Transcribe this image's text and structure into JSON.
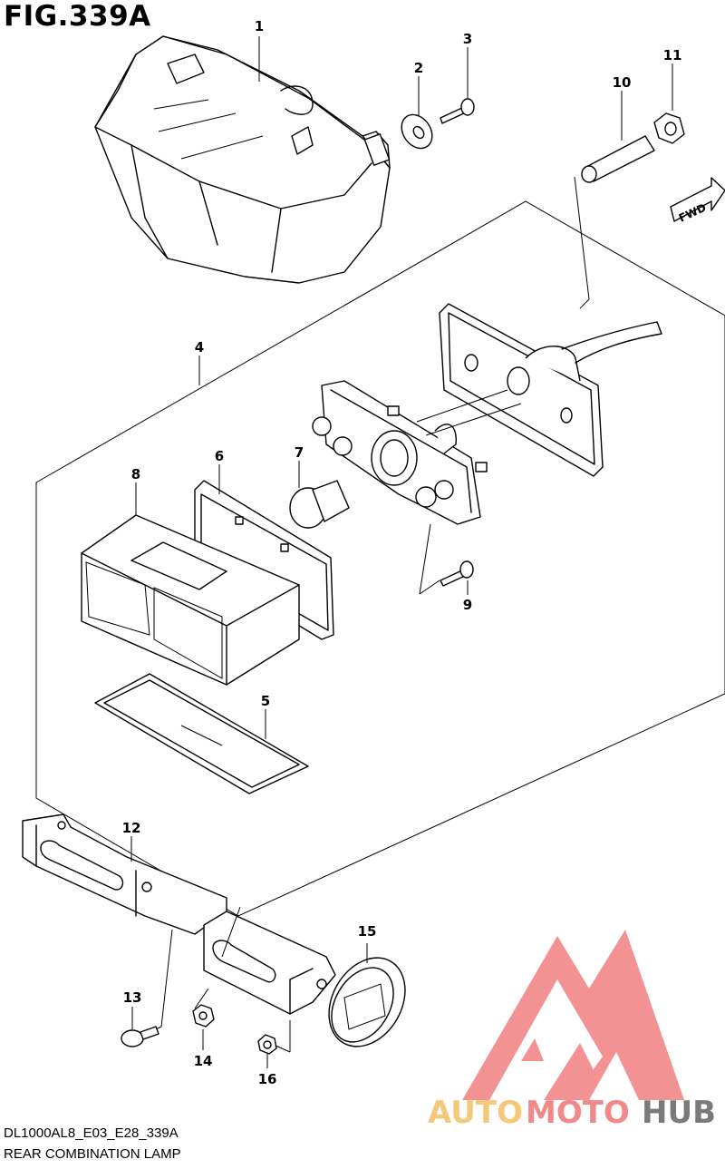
{
  "figure": {
    "title": "FIG.339A",
    "model_code": "DL1000AL8_E03_E28_339A",
    "assembly_name": "REAR COMBINATION LAMP"
  },
  "direction_label": "FWD",
  "callouts": [
    "1",
    "2",
    "3",
    "4",
    "5",
    "6",
    "7",
    "8",
    "9",
    "10",
    "11",
    "12",
    "13",
    "14",
    "15",
    "16"
  ],
  "watermark": {
    "part1": "AUTO",
    "part2": "MOTO",
    "part3": "HUB",
    "colors": {
      "auto": "#f5c97a",
      "moto": "#f08a8a",
      "hub": "#7a7a7a",
      "logo": "#f08080"
    }
  }
}
